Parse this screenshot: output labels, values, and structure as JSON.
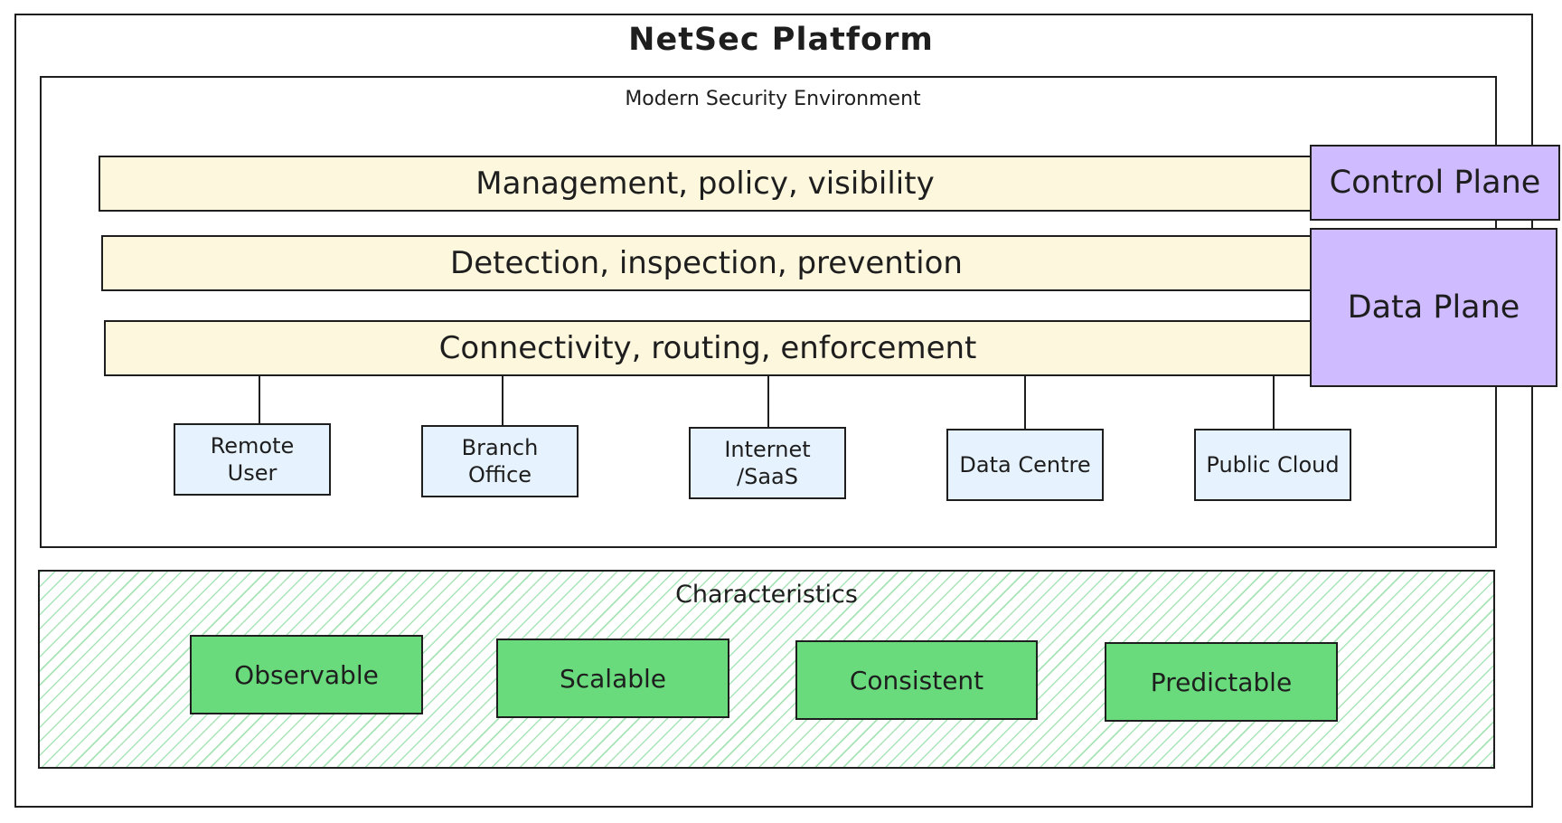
{
  "platform": {
    "title": "NetSec Platform"
  },
  "environment": {
    "title": "Modern Security Environment",
    "layers": [
      "Management, policy, visibility",
      "Detection, inspection, prevention",
      "Connectivity, routing, enforcement"
    ],
    "planes": {
      "control": "Control Plane",
      "data": "Data Plane"
    },
    "endpoints": [
      {
        "line1": "Remote",
        "line2": "User"
      },
      {
        "line1": "Branch",
        "line2": "Office"
      },
      {
        "line1": "Internet",
        "line2": "/SaaS"
      },
      {
        "line1": "Data Centre",
        "line2": ""
      },
      {
        "line1": "Public Cloud",
        "line2": ""
      }
    ]
  },
  "characteristics": {
    "title": "Characteristics",
    "items": [
      "Observable",
      "Scalable",
      "Consistent",
      "Predictable"
    ]
  },
  "colors": {
    "layer_fill": "#fdf7dd",
    "plane_fill": "#cfbbff",
    "endpoint_fill": "#e6f2fd",
    "characteristic_fill": "#69db7c",
    "hatch": "#a9e4b6"
  }
}
